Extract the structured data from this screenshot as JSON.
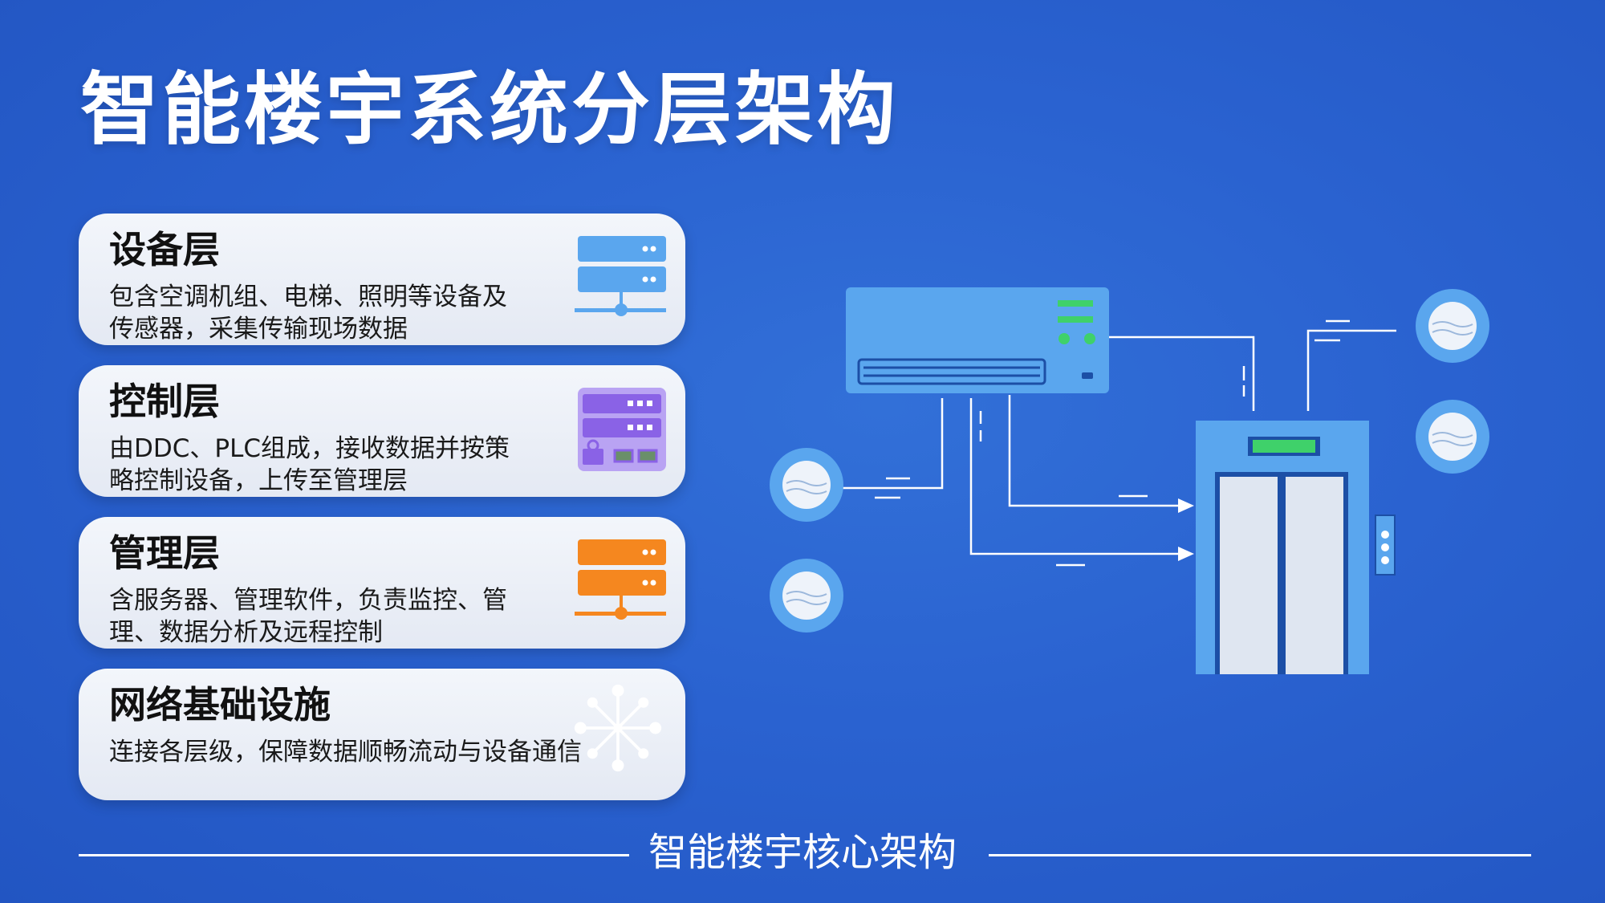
{
  "title": "智能楼宇系统分层架构",
  "layers": [
    {
      "name": "设备层",
      "desc": [
        "包含空调机组、电梯、照明等设备及",
        "传感器，采集传输现场数据"
      ],
      "icon": "server-icon",
      "color": "#5aa6ee"
    },
    {
      "name": "控制层",
      "desc": [
        "由DDC、PLC组成，接收数据并按策",
        "略控制设备，上传至管理层"
      ],
      "icon": "controller-icon",
      "color": "#8a62e6"
    },
    {
      "name": "管理层",
      "desc": [
        "含服务器、管理软件，负责监控、管",
        "理、数据分析及远程控制"
      ],
      "icon": "server-icon",
      "color": "#f5871f"
    },
    {
      "name": "网络基础设施",
      "desc": [
        "连接各层级，保障数据顺畅流动与设备通信"
      ],
      "icon": "network-hub-icon",
      "color": "#ffffff"
    }
  ],
  "footer": "智能楼宇核心架构",
  "diagram": {
    "devices": [
      "air-conditioner-icon",
      "elevator-icon",
      "sensor-icon"
    ],
    "colors": {
      "device": "#5aa6ee",
      "indicator": "#3fd16a",
      "line": "#ffffff"
    }
  }
}
